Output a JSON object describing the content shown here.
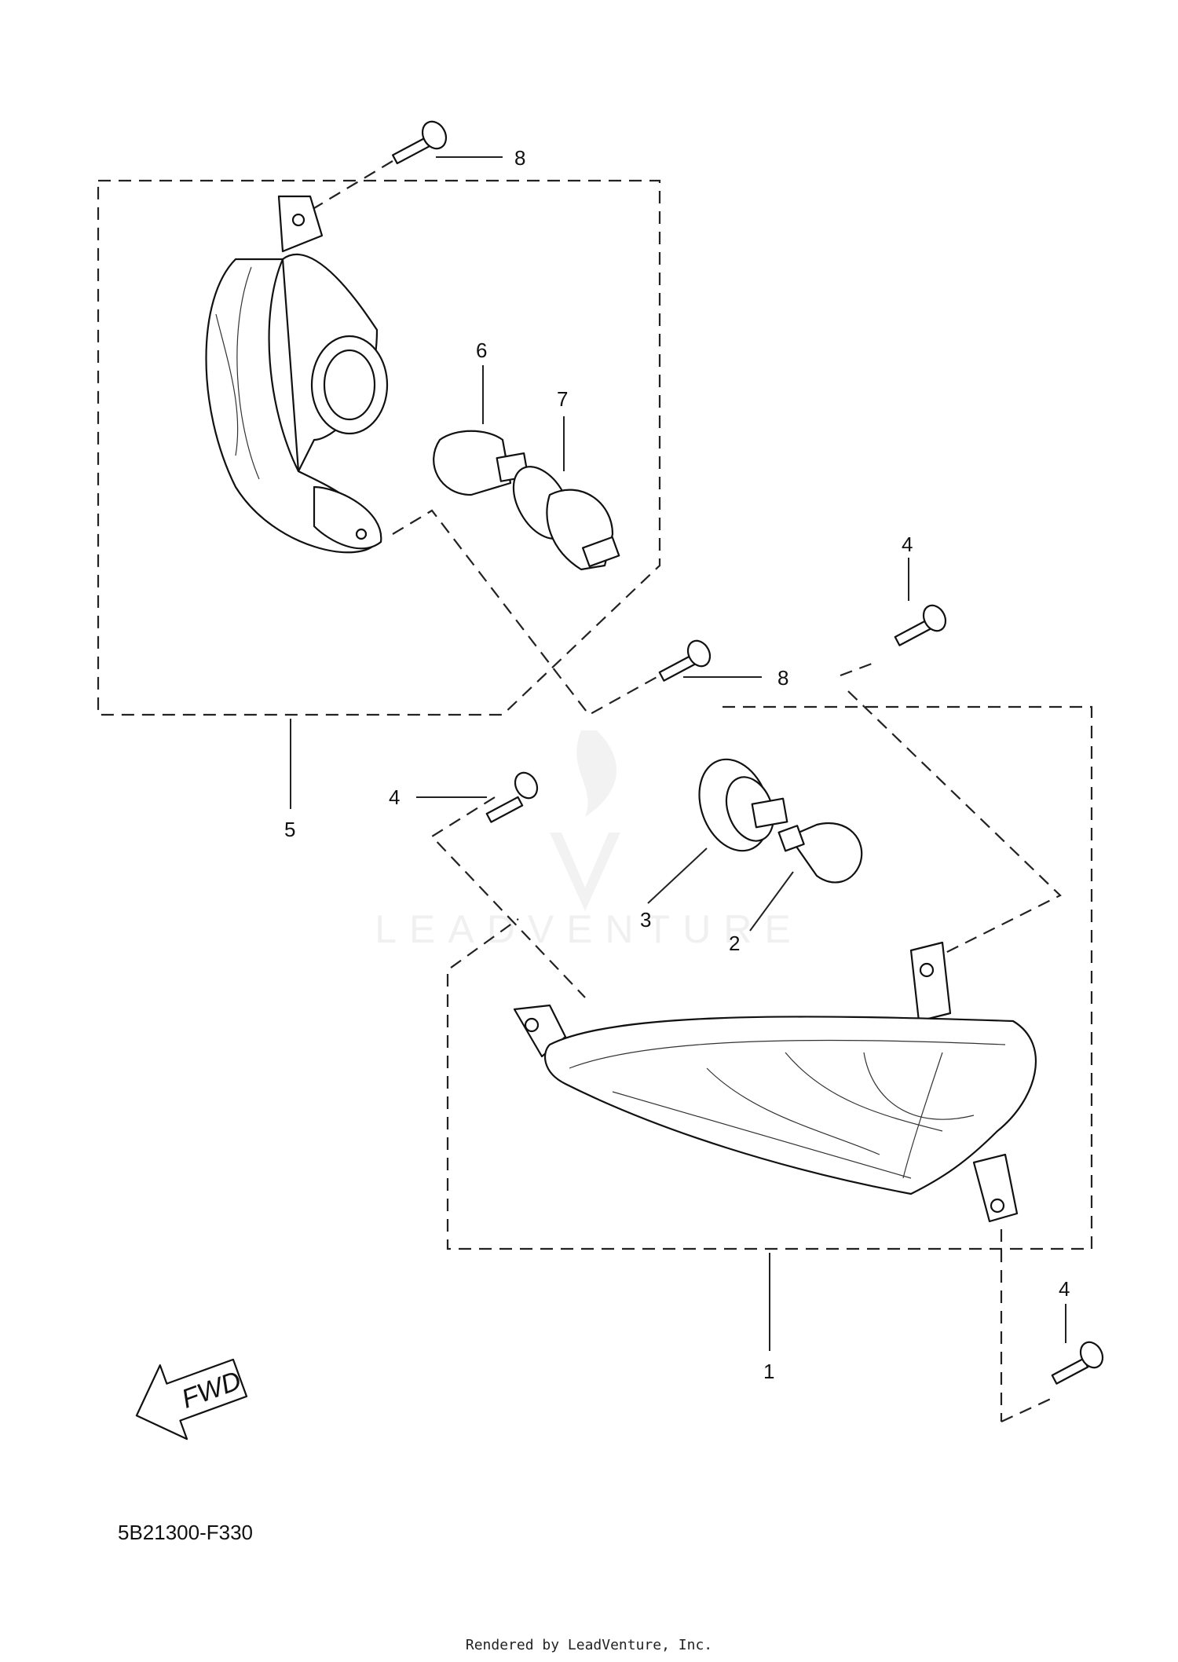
{
  "callouts": {
    "c8_top": "8",
    "c6": "6",
    "c7": "7",
    "c4_right": "4",
    "c8_mid": "8",
    "c5": "5",
    "c4_left": "4",
    "c3": "3",
    "c2": "2",
    "c1": "1",
    "c4_bottom": "4"
  },
  "fwd_label": "FWD",
  "drawing_code": "5B21300-F330",
  "watermark": "LEADVENTURE",
  "footer_credit": "Rendered by LeadVenture, Inc."
}
